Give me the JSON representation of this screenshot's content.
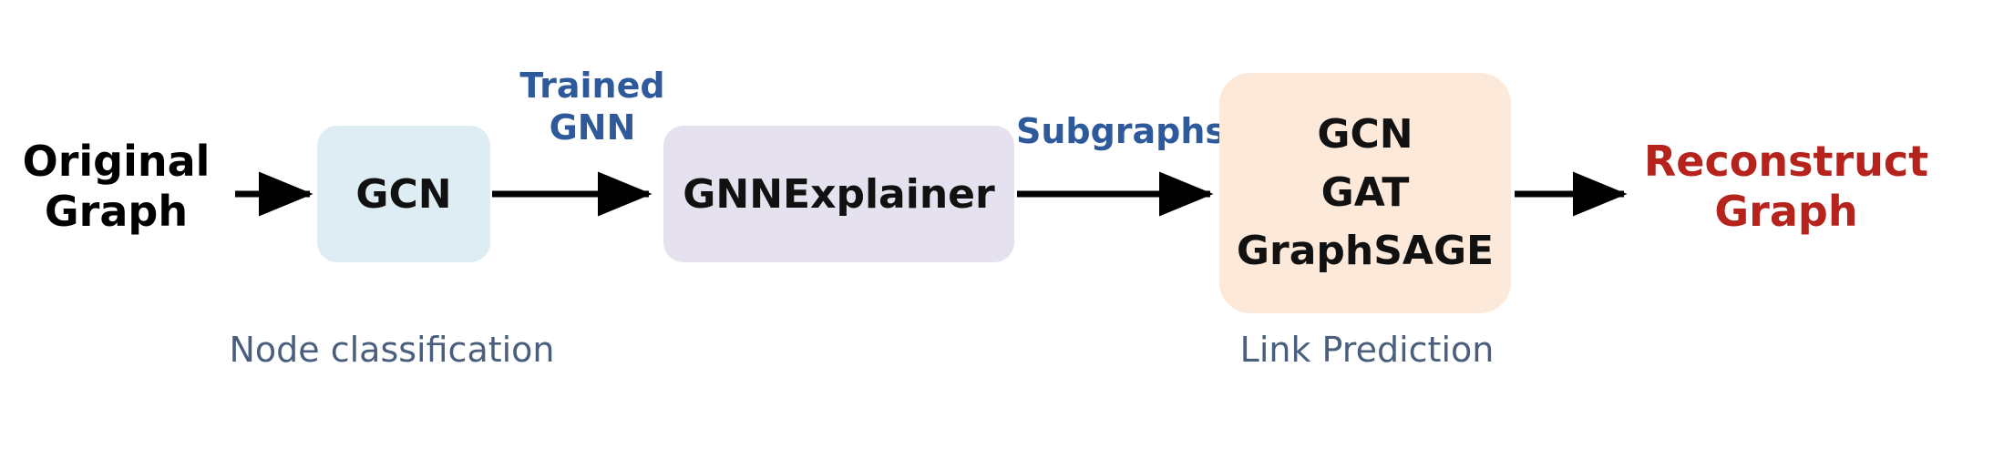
{
  "input_node": {
    "line1": "Original",
    "line2": "Graph"
  },
  "gcn_box": {
    "label": "GCN"
  },
  "explainer_box": {
    "label": "GNNExplainer"
  },
  "models_box": {
    "lines": [
      "GCN",
      "GAT",
      "GraphSAGE"
    ]
  },
  "output_node": {
    "line1": "Reconstruct",
    "line2": "Graph"
  },
  "edge_labels": {
    "trained_gnn": {
      "line1": "Trained",
      "line2": "GNN"
    },
    "subgraphs": "Subgraphs"
  },
  "captions": {
    "node_classification": "Node classification",
    "link_prediction": "Link Prediction"
  },
  "colors": {
    "gcn_box_fill": "#deedf3",
    "explainer_box_fill": "#e6e1ee",
    "models_box_fill": "#fce9da",
    "output_text": "#b5231c",
    "edge_label_text": "#2e5a9c",
    "caption_text": "#4a5e7e",
    "arrow": "#000000"
  }
}
